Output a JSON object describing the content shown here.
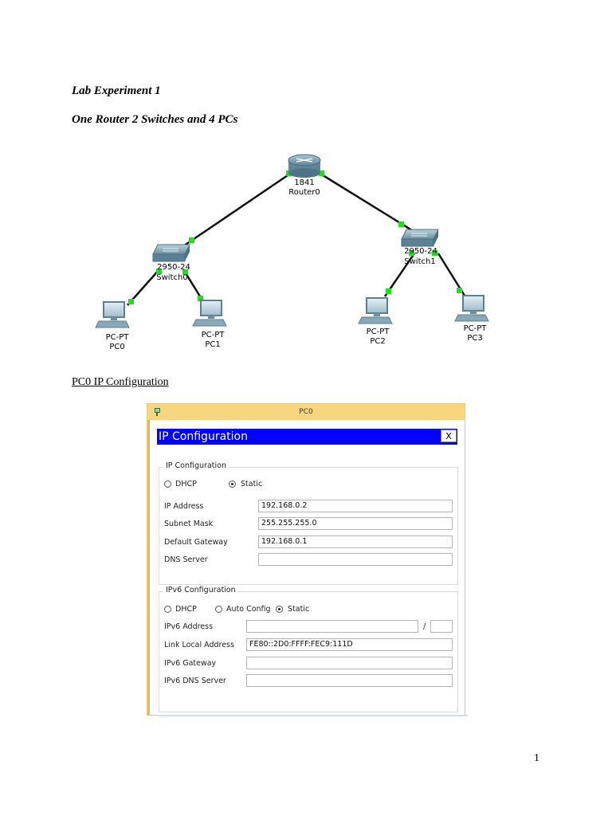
{
  "document": {
    "title": "Lab Experiment 1",
    "subtitle": "One Router 2 Switches and 4 PCs",
    "section_heading": "PC0 IP Configuration",
    "page_number": "1"
  },
  "topology": {
    "router": {
      "model": "1841",
      "name": "Router0"
    },
    "switches": [
      {
        "model": "2950-24",
        "name": "Switch0"
      },
      {
        "model": "2950-24",
        "name": "Switch1"
      }
    ],
    "pcs": [
      {
        "model": "PC-PT",
        "name": "PC0"
      },
      {
        "model": "PC-PT",
        "name": "PC1"
      },
      {
        "model": "PC-PT",
        "name": "PC2"
      },
      {
        "model": "PC-PT",
        "name": "PC3"
      }
    ],
    "link_color": "#111111",
    "port_color": "#22dd22"
  },
  "pt_window": {
    "title": "PC0",
    "header": "IP Configuration",
    "close_label": "X",
    "ipv4": {
      "legend": "IP Configuration",
      "dhcp_label": "DHCP",
      "static_label": "Static",
      "selected_mode": "Static",
      "ip_label": "IP Address",
      "ip_value": "192.168.0.2",
      "mask_label": "Subnet Mask",
      "mask_value": "255.255.255.0",
      "gateway_label": "Default Gateway",
      "gateway_value": "192.168.0.1",
      "dns_label": "DNS Server",
      "dns_value": ""
    },
    "ipv6": {
      "legend": "IPv6 Configuration",
      "dhcp_label": "DHCP",
      "auto_label": "Auto Config",
      "static_label": "Static",
      "selected_mode": "Static",
      "address_label": "IPv6 Address",
      "address_value": "",
      "prefix_separator": "/",
      "prefix_value": "",
      "link_local_label": "Link Local Address",
      "link_local_value": "FE80::2D0:FFFF:FEC9:111D",
      "gateway_label": "IPv6 Gateway",
      "gateway_value": "",
      "dns_label": "IPv6 DNS Server",
      "dns_value": ""
    },
    "colors": {
      "titlebar": "#f7d67f",
      "header": "#0000ff"
    }
  }
}
